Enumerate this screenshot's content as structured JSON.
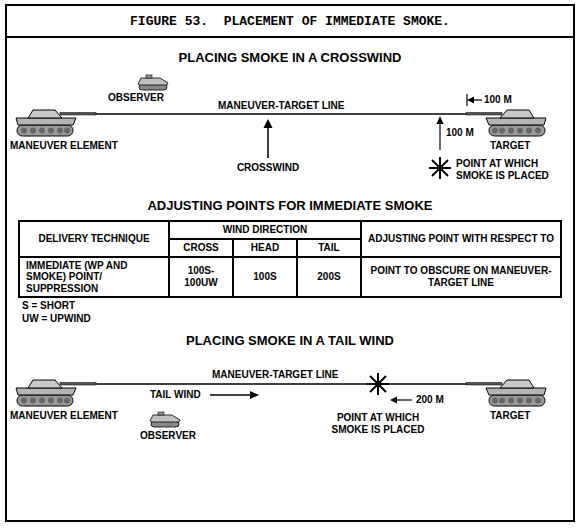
{
  "diagram": {
    "title": "FIGURE 53.  PLACEMENT OF IMMEDIATE SMOKE.",
    "labels": [
      "PLACING SMOKE IN A CROSSWIND",
      "OBSERVER",
      "MANEUVER-TARGET LINE",
      "100 M",
      "MANEUVER ELEMENT",
      "CROSSWIND",
      "100 M",
      "TARGET",
      "POINT AT WHICH SMOKE IS PLACED",
      "ADJUSTING POINTS FOR IMMEDIATE SMOKE",
      "DELIVERY TECHNIQUE",
      "WIND DIRECTION",
      "ADJUSTING POINT WITH RESPECT TO",
      "CROSS",
      "HEAD",
      "TAIL",
      "IMMEDIATE (WP AND SMOKE) POINT/ SUPPRESSION",
      "100S-100UW",
      "100S",
      "200S",
      "POINT TO OBSCURE ON MANEUVER-TARGET LINE",
      "S = SHORT",
      "UW = UPWIND",
      "PLACING SMOKE IN A TAIL WIND",
      "MANEUVER-TARGET LINE",
      "TAIL WIND",
      "MANEUVER ELEMENT",
      "OBSERVER",
      "POINT AT WHICH SMOKE IS PLACED",
      "200 M",
      "TARGET"
    ]
  }
}
